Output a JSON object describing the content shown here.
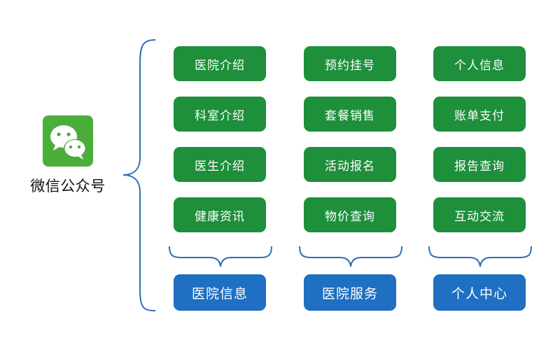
{
  "app": {
    "name": "微信公众号",
    "icon": "wechat-icon",
    "brand_color": "#4cae3a"
  },
  "columns": [
    {
      "items": [
        "医院介绍",
        "科室介绍",
        "医生介绍",
        "健康资讯"
      ],
      "category": "医院信息"
    },
    {
      "items": [
        "预约挂号",
        "套餐销售",
        "活动报名",
        "物价查询"
      ],
      "category": "医院服务"
    },
    {
      "items": [
        "个人信息",
        "账单支付",
        "报告查询",
        "互动交流"
      ],
      "category": "个人中心"
    }
  ],
  "colors": {
    "item": "#1e8f3b",
    "category": "#1f6fc2",
    "brace": "#2c6fb7"
  }
}
